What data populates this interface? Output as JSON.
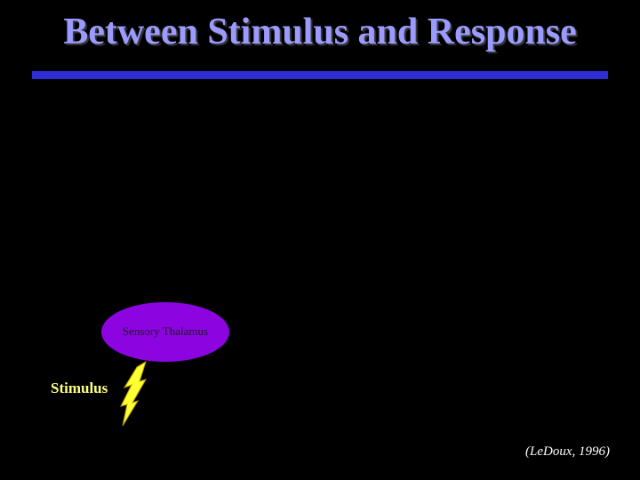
{
  "slide": {
    "title": "Between Stimulus and Response",
    "citation": "(LeDoux, 1996)"
  },
  "diagram": {
    "thalamus_label": "Sensory Thalamus",
    "stimulus_label": "Stimulus",
    "stimulus_icon": "lightning-bolt-icon"
  },
  "colors": {
    "background": "#000000",
    "title": "#9b9bff",
    "rule": "#2e2ed6",
    "thalamus_fill": "#8c04e0",
    "stimulus_text": "#ffff80",
    "bolt_fill": "#ffff33"
  }
}
